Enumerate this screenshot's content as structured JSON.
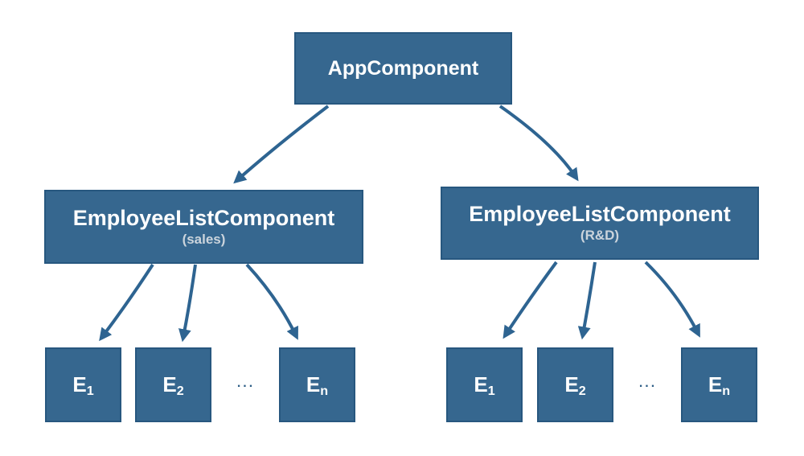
{
  "colors": {
    "background": "#FFFFFF",
    "box_fill": "#36678F",
    "box_border": "#27577F",
    "arrow": "#2E6491",
    "text": "#FFFFFF",
    "subtitle": "#CBD4DC",
    "dots": "#2E5E86"
  },
  "root": {
    "label": "AppComponent"
  },
  "groups": [
    {
      "label": "EmployeeListComponent",
      "sublabel": "(sales)",
      "ellipsis": "...",
      "children": [
        {
          "base": "E",
          "sub": "1"
        },
        {
          "base": "E",
          "sub": "2"
        },
        {
          "base": "E",
          "sub": "n"
        }
      ]
    },
    {
      "label": "EmployeeListComponent",
      "sublabel": "(R&D)",
      "ellipsis": "...",
      "children": [
        {
          "base": "E",
          "sub": "1"
        },
        {
          "base": "E",
          "sub": "2"
        },
        {
          "base": "E",
          "sub": "n"
        }
      ]
    }
  ]
}
